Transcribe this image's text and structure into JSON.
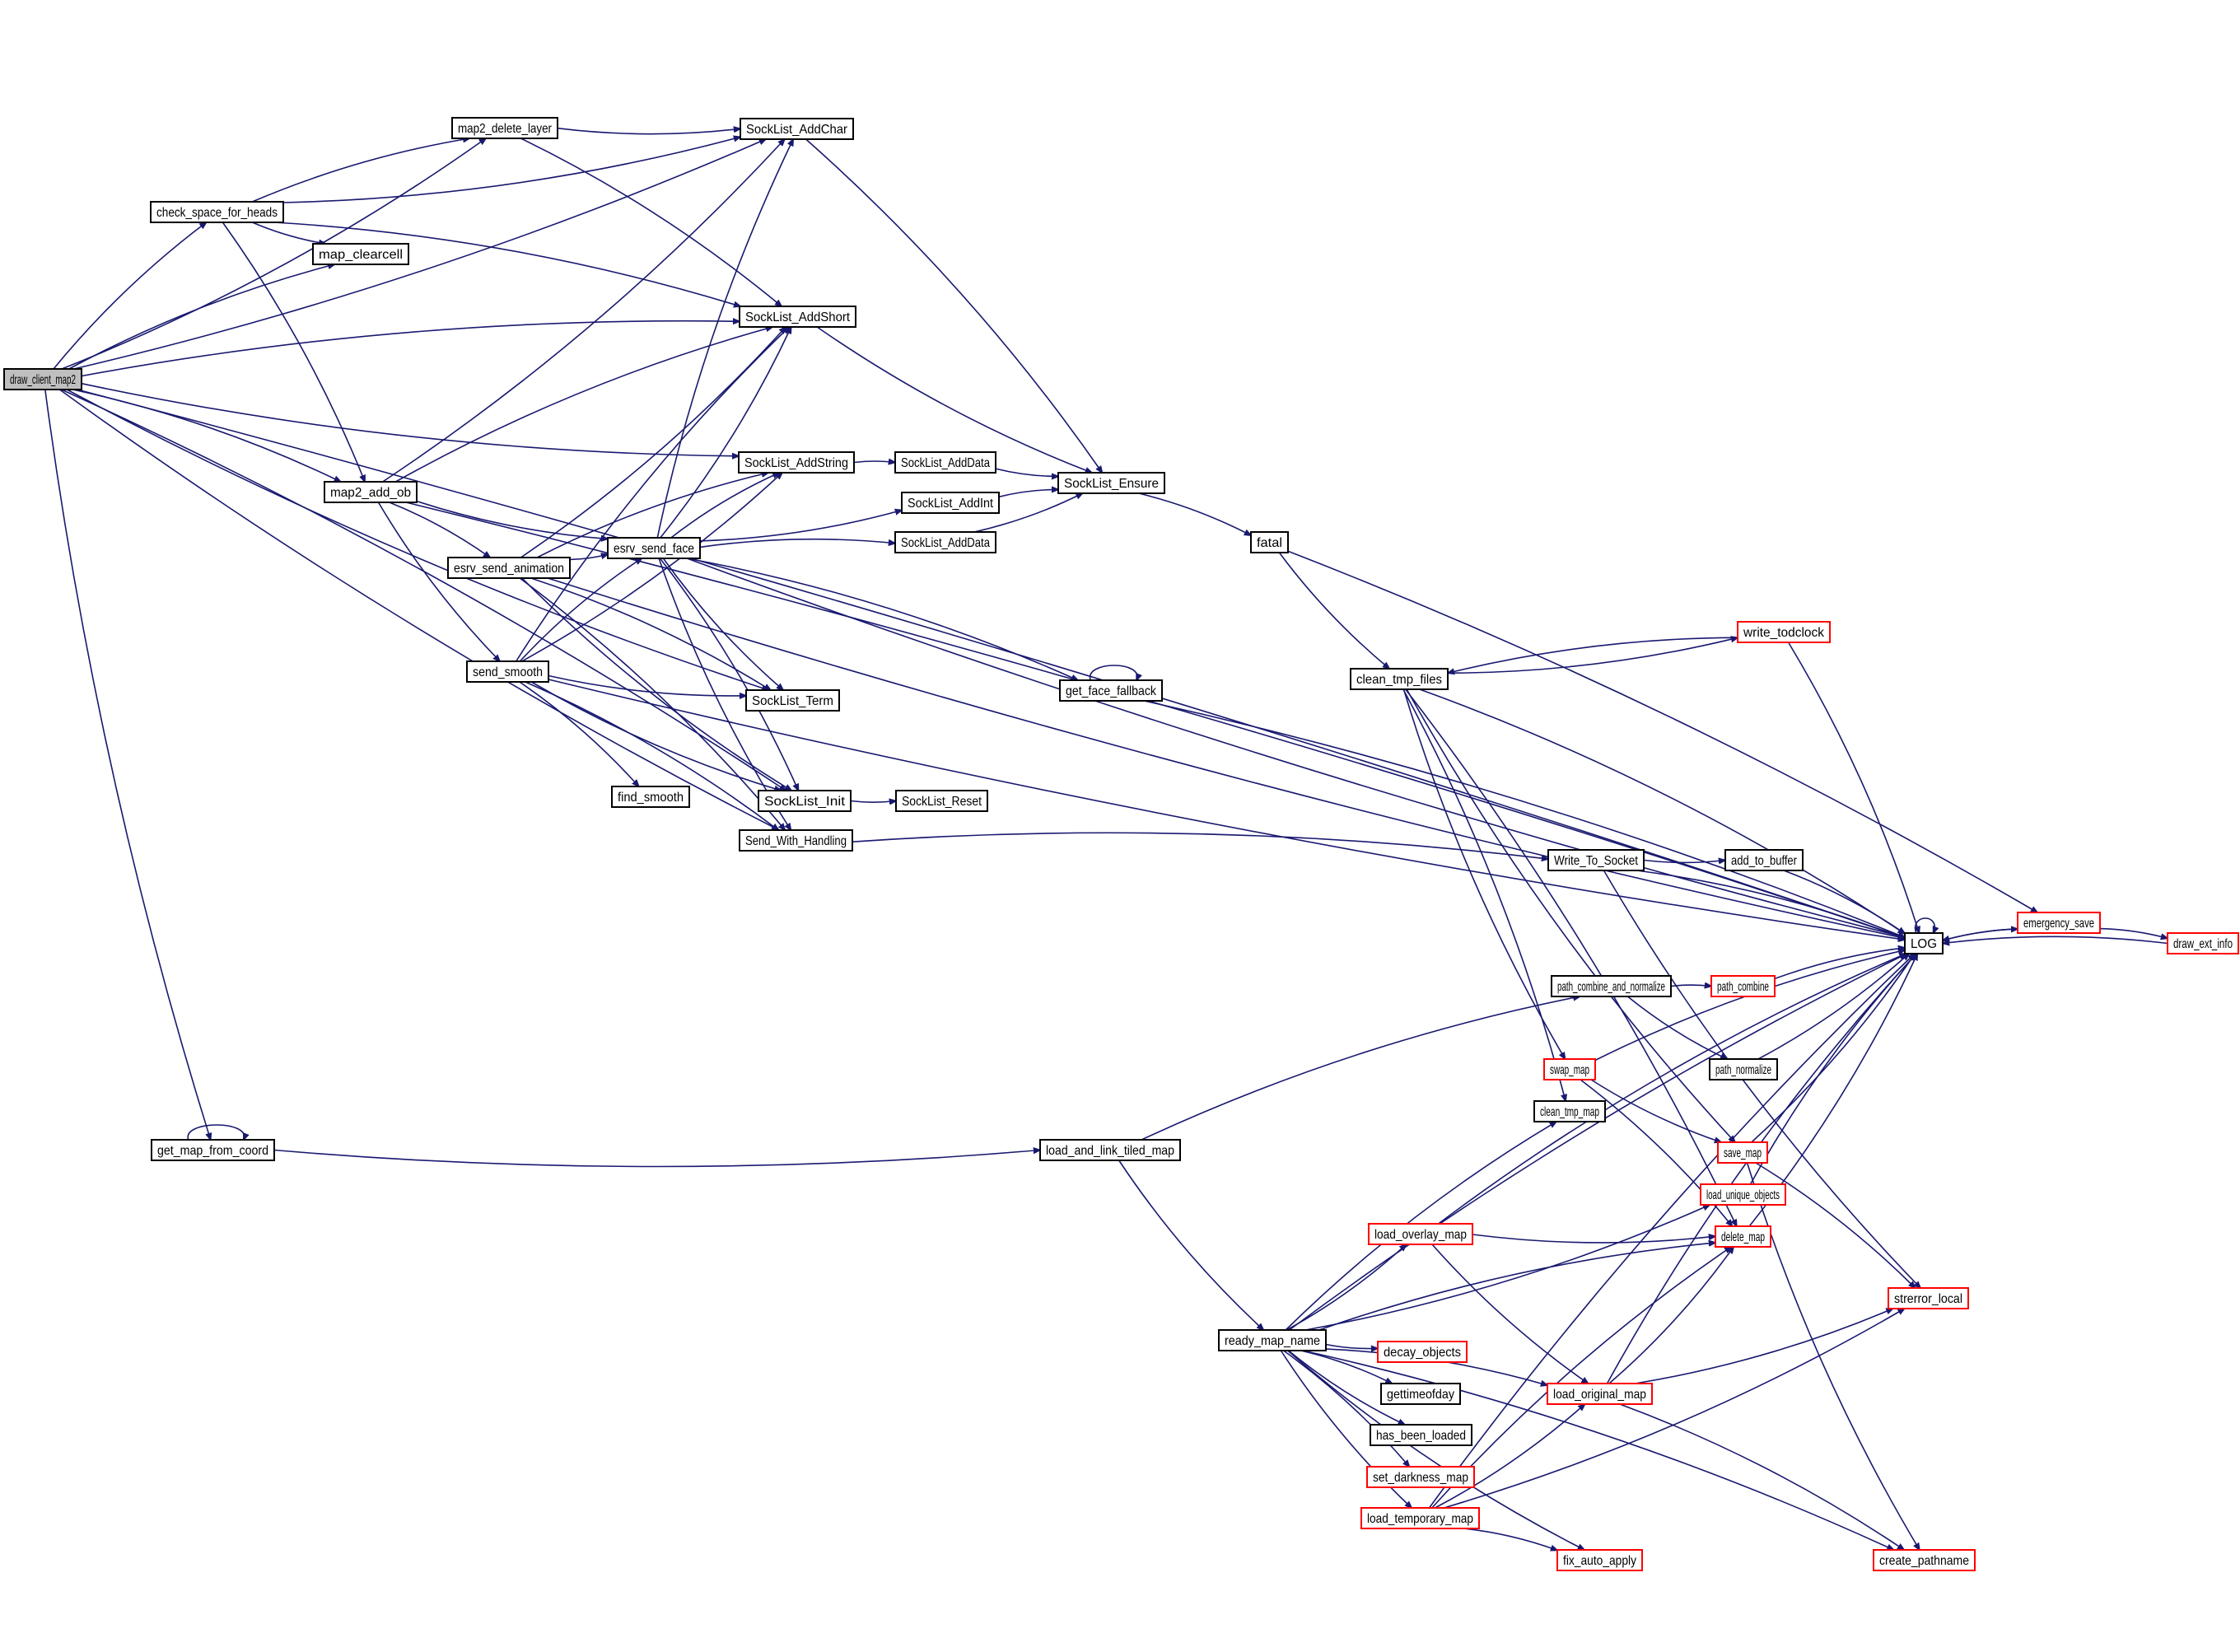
{
  "diagram": {
    "type": "call-graph",
    "root": "draw_client_map2",
    "colors": {
      "edge": "#191970",
      "node_border": "#000000",
      "truncated_node_border": "#ff0000",
      "root_fill": "#bfbfbf",
      "node_fill": "#ffffff"
    },
    "nodes": [
      {
        "id": "draw_client_map2",
        "label": "draw_client_map2",
        "style": "root"
      },
      {
        "id": "check_space_for_heads",
        "label": "check_space_for_heads",
        "style": "normal"
      },
      {
        "id": "map2_delete_layer",
        "label": "map2_delete_layer",
        "style": "normal"
      },
      {
        "id": "map_clearcell",
        "label": "map_clearcell",
        "style": "normal"
      },
      {
        "id": "map2_add_ob",
        "label": "map2_add_ob",
        "style": "normal"
      },
      {
        "id": "esrv_send_animation",
        "label": "esrv_send_animation",
        "style": "normal"
      },
      {
        "id": "esrv_send_face",
        "label": "esrv_send_face",
        "style": "normal"
      },
      {
        "id": "send_smooth",
        "label": "send_smooth",
        "style": "normal"
      },
      {
        "id": "find_smooth",
        "label": "find_smooth",
        "style": "normal"
      },
      {
        "id": "SockList_AddChar",
        "label": "SockList_AddChar",
        "style": "normal"
      },
      {
        "id": "SockList_AddShort",
        "label": "SockList_AddShort",
        "style": "normal"
      },
      {
        "id": "SockList_AddString",
        "label": "SockList_AddString",
        "style": "normal"
      },
      {
        "id": "SockList_AddData_1",
        "label": "SockList_AddData",
        "style": "normal"
      },
      {
        "id": "SockList_AddInt",
        "label": "SockList_AddInt",
        "style": "normal"
      },
      {
        "id": "SockList_AddData_2",
        "label": "SockList_AddData",
        "style": "normal"
      },
      {
        "id": "SockList_Ensure",
        "label": "SockList_Ensure",
        "style": "normal"
      },
      {
        "id": "SockList_Term",
        "label": "SockList_Term",
        "style": "normal"
      },
      {
        "id": "SockList_Init",
        "label": "SockList_Init",
        "style": "normal"
      },
      {
        "id": "SockList_Reset",
        "label": "SockList_Reset",
        "style": "normal"
      },
      {
        "id": "Send_With_Handling",
        "label": "Send_With_Handling",
        "style": "normal"
      },
      {
        "id": "get_face_fallback",
        "label": "get_face_fallback",
        "style": "normal"
      },
      {
        "id": "fatal",
        "label": "fatal",
        "style": "normal"
      },
      {
        "id": "clean_tmp_files",
        "label": "clean_tmp_files",
        "style": "normal"
      },
      {
        "id": "write_todclock",
        "label": "write_todclock",
        "style": "truncated"
      },
      {
        "id": "Write_To_Socket",
        "label": "Write_To_Socket",
        "style": "normal"
      },
      {
        "id": "add_to_buffer",
        "label": "add_to_buffer",
        "style": "normal"
      },
      {
        "id": "LOG",
        "label": "LOG",
        "style": "normal"
      },
      {
        "id": "emergency_save",
        "label": "emergency_save",
        "style": "truncated"
      },
      {
        "id": "draw_ext_info",
        "label": "draw_ext_info",
        "style": "truncated"
      },
      {
        "id": "path_combine_and_normalize",
        "label": "path_combine_and_normalize",
        "style": "normal"
      },
      {
        "id": "path_combine",
        "label": "path_combine",
        "style": "truncated"
      },
      {
        "id": "path_normalize",
        "label": "path_normalize",
        "style": "normal"
      },
      {
        "id": "swap_map",
        "label": "swap_map",
        "style": "truncated"
      },
      {
        "id": "clean_tmp_map",
        "label": "clean_tmp_map",
        "style": "normal"
      },
      {
        "id": "save_map",
        "label": "save_map",
        "style": "truncated"
      },
      {
        "id": "load_unique_objects",
        "label": "load_unique_objects",
        "style": "truncated"
      },
      {
        "id": "delete_map",
        "label": "delete_map",
        "style": "truncated"
      },
      {
        "id": "strerror_local",
        "label": "strerror_local",
        "style": "truncated"
      },
      {
        "id": "get_map_from_coord",
        "label": "get_map_from_coord",
        "style": "normal"
      },
      {
        "id": "load_and_link_tiled_map",
        "label": "load_and_link_tiled_map",
        "style": "normal"
      },
      {
        "id": "ready_map_name",
        "label": "ready_map_name",
        "style": "normal"
      },
      {
        "id": "load_overlay_map",
        "label": "load_overlay_map",
        "style": "truncated"
      },
      {
        "id": "decay_objects",
        "label": "decay_objects",
        "style": "truncated"
      },
      {
        "id": "gettimeofday",
        "label": "gettimeofday",
        "style": "normal"
      },
      {
        "id": "has_been_loaded",
        "label": "has_been_loaded",
        "style": "normal"
      },
      {
        "id": "set_darkness_map",
        "label": "set_darkness_map",
        "style": "truncated"
      },
      {
        "id": "load_temporary_map",
        "label": "load_temporary_map",
        "style": "truncated"
      },
      {
        "id": "load_original_map",
        "label": "load_original_map",
        "style": "truncated"
      },
      {
        "id": "fix_auto_apply",
        "label": "fix_auto_apply",
        "style": "truncated"
      },
      {
        "id": "create_pathname",
        "label": "create_pathname",
        "style": "truncated"
      }
    ],
    "edges": [
      [
        "draw_client_map2",
        "check_space_for_heads"
      ],
      [
        "draw_client_map2",
        "map2_delete_layer"
      ],
      [
        "draw_client_map2",
        "map_clearcell"
      ],
      [
        "draw_client_map2",
        "SockList_AddChar"
      ],
      [
        "draw_client_map2",
        "SockList_AddShort"
      ],
      [
        "draw_client_map2",
        "SockList_AddString"
      ],
      [
        "draw_client_map2",
        "map2_add_ob"
      ],
      [
        "draw_client_map2",
        "SockList_Term"
      ],
      [
        "draw_client_map2",
        "SockList_Init"
      ],
      [
        "draw_client_map2",
        "Send_With_Handling"
      ],
      [
        "draw_client_map2",
        "LOG"
      ],
      [
        "draw_client_map2",
        "get_map_from_coord"
      ],
      [
        "check_space_for_heads",
        "map2_delete_layer"
      ],
      [
        "check_space_for_heads",
        "SockList_AddChar"
      ],
      [
        "check_space_for_heads",
        "SockList_AddShort"
      ],
      [
        "check_space_for_heads",
        "map_clearcell"
      ],
      [
        "check_space_for_heads",
        "map2_add_ob"
      ],
      [
        "map2_delete_layer",
        "SockList_AddChar"
      ],
      [
        "map2_delete_layer",
        "SockList_AddShort"
      ],
      [
        "map2_add_ob",
        "SockList_AddChar"
      ],
      [
        "map2_add_ob",
        "SockList_AddShort"
      ],
      [
        "map2_add_ob",
        "esrv_send_face"
      ],
      [
        "map2_add_ob",
        "esrv_send_animation"
      ],
      [
        "map2_add_ob",
        "send_smooth"
      ],
      [
        "map2_add_ob",
        "LOG"
      ],
      [
        "esrv_send_animation",
        "SockList_AddShort"
      ],
      [
        "esrv_send_animation",
        "SockList_AddString"
      ],
      [
        "esrv_send_animation",
        "esrv_send_face"
      ],
      [
        "esrv_send_animation",
        "SockList_Term"
      ],
      [
        "esrv_send_animation",
        "SockList_Init"
      ],
      [
        "esrv_send_animation",
        "Send_With_Handling"
      ],
      [
        "esrv_send_animation",
        "LOG"
      ],
      [
        "send_smooth",
        "SockList_AddShort"
      ],
      [
        "send_smooth",
        "SockList_AddString"
      ],
      [
        "send_smooth",
        "esrv_send_face"
      ],
      [
        "send_smooth",
        "SockList_Term"
      ],
      [
        "send_smooth",
        "find_smooth"
      ],
      [
        "send_smooth",
        "SockList_Init"
      ],
      [
        "send_smooth",
        "Send_With_Handling"
      ],
      [
        "send_smooth",
        "LOG"
      ],
      [
        "esrv_send_face",
        "SockList_AddChar"
      ],
      [
        "esrv_send_face",
        "SockList_AddShort"
      ],
      [
        "esrv_send_face",
        "SockList_AddString"
      ],
      [
        "esrv_send_face",
        "SockList_AddInt"
      ],
      [
        "esrv_send_face",
        "SockList_AddData_2"
      ],
      [
        "esrv_send_face",
        "LOG"
      ],
      [
        "esrv_send_face",
        "get_face_fallback"
      ],
      [
        "esrv_send_face",
        "SockList_Term"
      ],
      [
        "esrv_send_face",
        "SockList_Init"
      ],
      [
        "esrv_send_face",
        "Send_With_Handling"
      ],
      [
        "SockList_AddChar",
        "SockList_Ensure"
      ],
      [
        "SockList_AddShort",
        "SockList_Ensure"
      ],
      [
        "SockList_AddString",
        "SockList_AddData_1"
      ],
      [
        "SockList_AddData_1",
        "SockList_Ensure"
      ],
      [
        "SockList_AddInt",
        "SockList_Ensure"
      ],
      [
        "SockList_AddData_2",
        "SockList_Ensure"
      ],
      [
        "SockList_Ensure",
        "fatal"
      ],
      [
        "SockList_Init",
        "SockList_Reset"
      ],
      [
        "Send_With_Handling",
        "Write_To_Socket"
      ],
      [
        "get_face_fallback",
        "get_face_fallback"
      ],
      [
        "get_face_fallback",
        "LOG"
      ],
      [
        "fatal",
        "clean_tmp_files"
      ],
      [
        "fatal",
        "emergency_save"
      ],
      [
        "clean_tmp_files",
        "write_todclock"
      ],
      [
        "clean_tmp_files",
        "LOG"
      ],
      [
        "clean_tmp_files",
        "swap_map"
      ],
      [
        "clean_tmp_files",
        "clean_tmp_map"
      ],
      [
        "clean_tmp_files",
        "save_map"
      ],
      [
        "clean_tmp_files",
        "delete_map"
      ],
      [
        "write_todclock",
        "clean_tmp_files"
      ],
      [
        "write_todclock",
        "LOG"
      ],
      [
        "Write_To_Socket",
        "add_to_buffer"
      ],
      [
        "Write_To_Socket",
        "LOG"
      ],
      [
        "Write_To_Socket",
        "strerror_local"
      ],
      [
        "add_to_buffer",
        "LOG"
      ],
      [
        "LOG",
        "LOG"
      ],
      [
        "LOG",
        "emergency_save"
      ],
      [
        "emergency_save",
        "LOG"
      ],
      [
        "emergency_save",
        "draw_ext_info"
      ],
      [
        "draw_ext_info",
        "LOG"
      ],
      [
        "path_combine_and_normalize",
        "path_combine"
      ],
      [
        "path_combine_and_normalize",
        "path_normalize"
      ],
      [
        "path_combine",
        "LOG"
      ],
      [
        "path_normalize",
        "LOG"
      ],
      [
        "swap_map",
        "LOG"
      ],
      [
        "swap_map",
        "save_map"
      ],
      [
        "swap_map",
        "delete_map"
      ],
      [
        "save_map",
        "LOG"
      ],
      [
        "save_map",
        "strerror_local"
      ],
      [
        "save_map",
        "create_pathname"
      ],
      [
        "load_unique_objects",
        "LOG"
      ],
      [
        "delete_map",
        "LOG"
      ],
      [
        "get_map_from_coord",
        "get_map_from_coord"
      ],
      [
        "get_map_from_coord",
        "load_and_link_tiled_map"
      ],
      [
        "load_and_link_tiled_map",
        "path_combine_and_normalize"
      ],
      [
        "load_and_link_tiled_map",
        "ready_map_name"
      ],
      [
        "ready_map_name",
        "clean_tmp_map"
      ],
      [
        "ready_map_name",
        "load_unique_objects"
      ],
      [
        "ready_map_name",
        "delete_map"
      ],
      [
        "ready_map_name",
        "load_overlay_map"
      ],
      [
        "ready_map_name",
        "LOG"
      ],
      [
        "ready_map_name",
        "decay_objects"
      ],
      [
        "ready_map_name",
        "gettimeofday"
      ],
      [
        "ready_map_name",
        "has_been_loaded"
      ],
      [
        "ready_map_name",
        "set_darkness_map"
      ],
      [
        "ready_map_name",
        "load_temporary_map"
      ],
      [
        "ready_map_name",
        "load_original_map"
      ],
      [
        "ready_map_name",
        "fix_auto_apply"
      ],
      [
        "ready_map_name",
        "create_pathname"
      ],
      [
        "load_overlay_map",
        "delete_map"
      ],
      [
        "load_overlay_map",
        "LOG"
      ],
      [
        "load_overlay_map",
        "load_original_map"
      ],
      [
        "load_temporary_map",
        "delete_map"
      ],
      [
        "load_temporary_map",
        "load_original_map"
      ],
      [
        "load_temporary_map",
        "LOG"
      ],
      [
        "load_temporary_map",
        "strerror_local"
      ],
      [
        "load_temporary_map",
        "fix_auto_apply"
      ],
      [
        "load_original_map",
        "delete_map"
      ],
      [
        "load_original_map",
        "LOG"
      ],
      [
        "load_original_map",
        "strerror_local"
      ],
      [
        "load_original_map",
        "create_pathname"
      ]
    ]
  }
}
